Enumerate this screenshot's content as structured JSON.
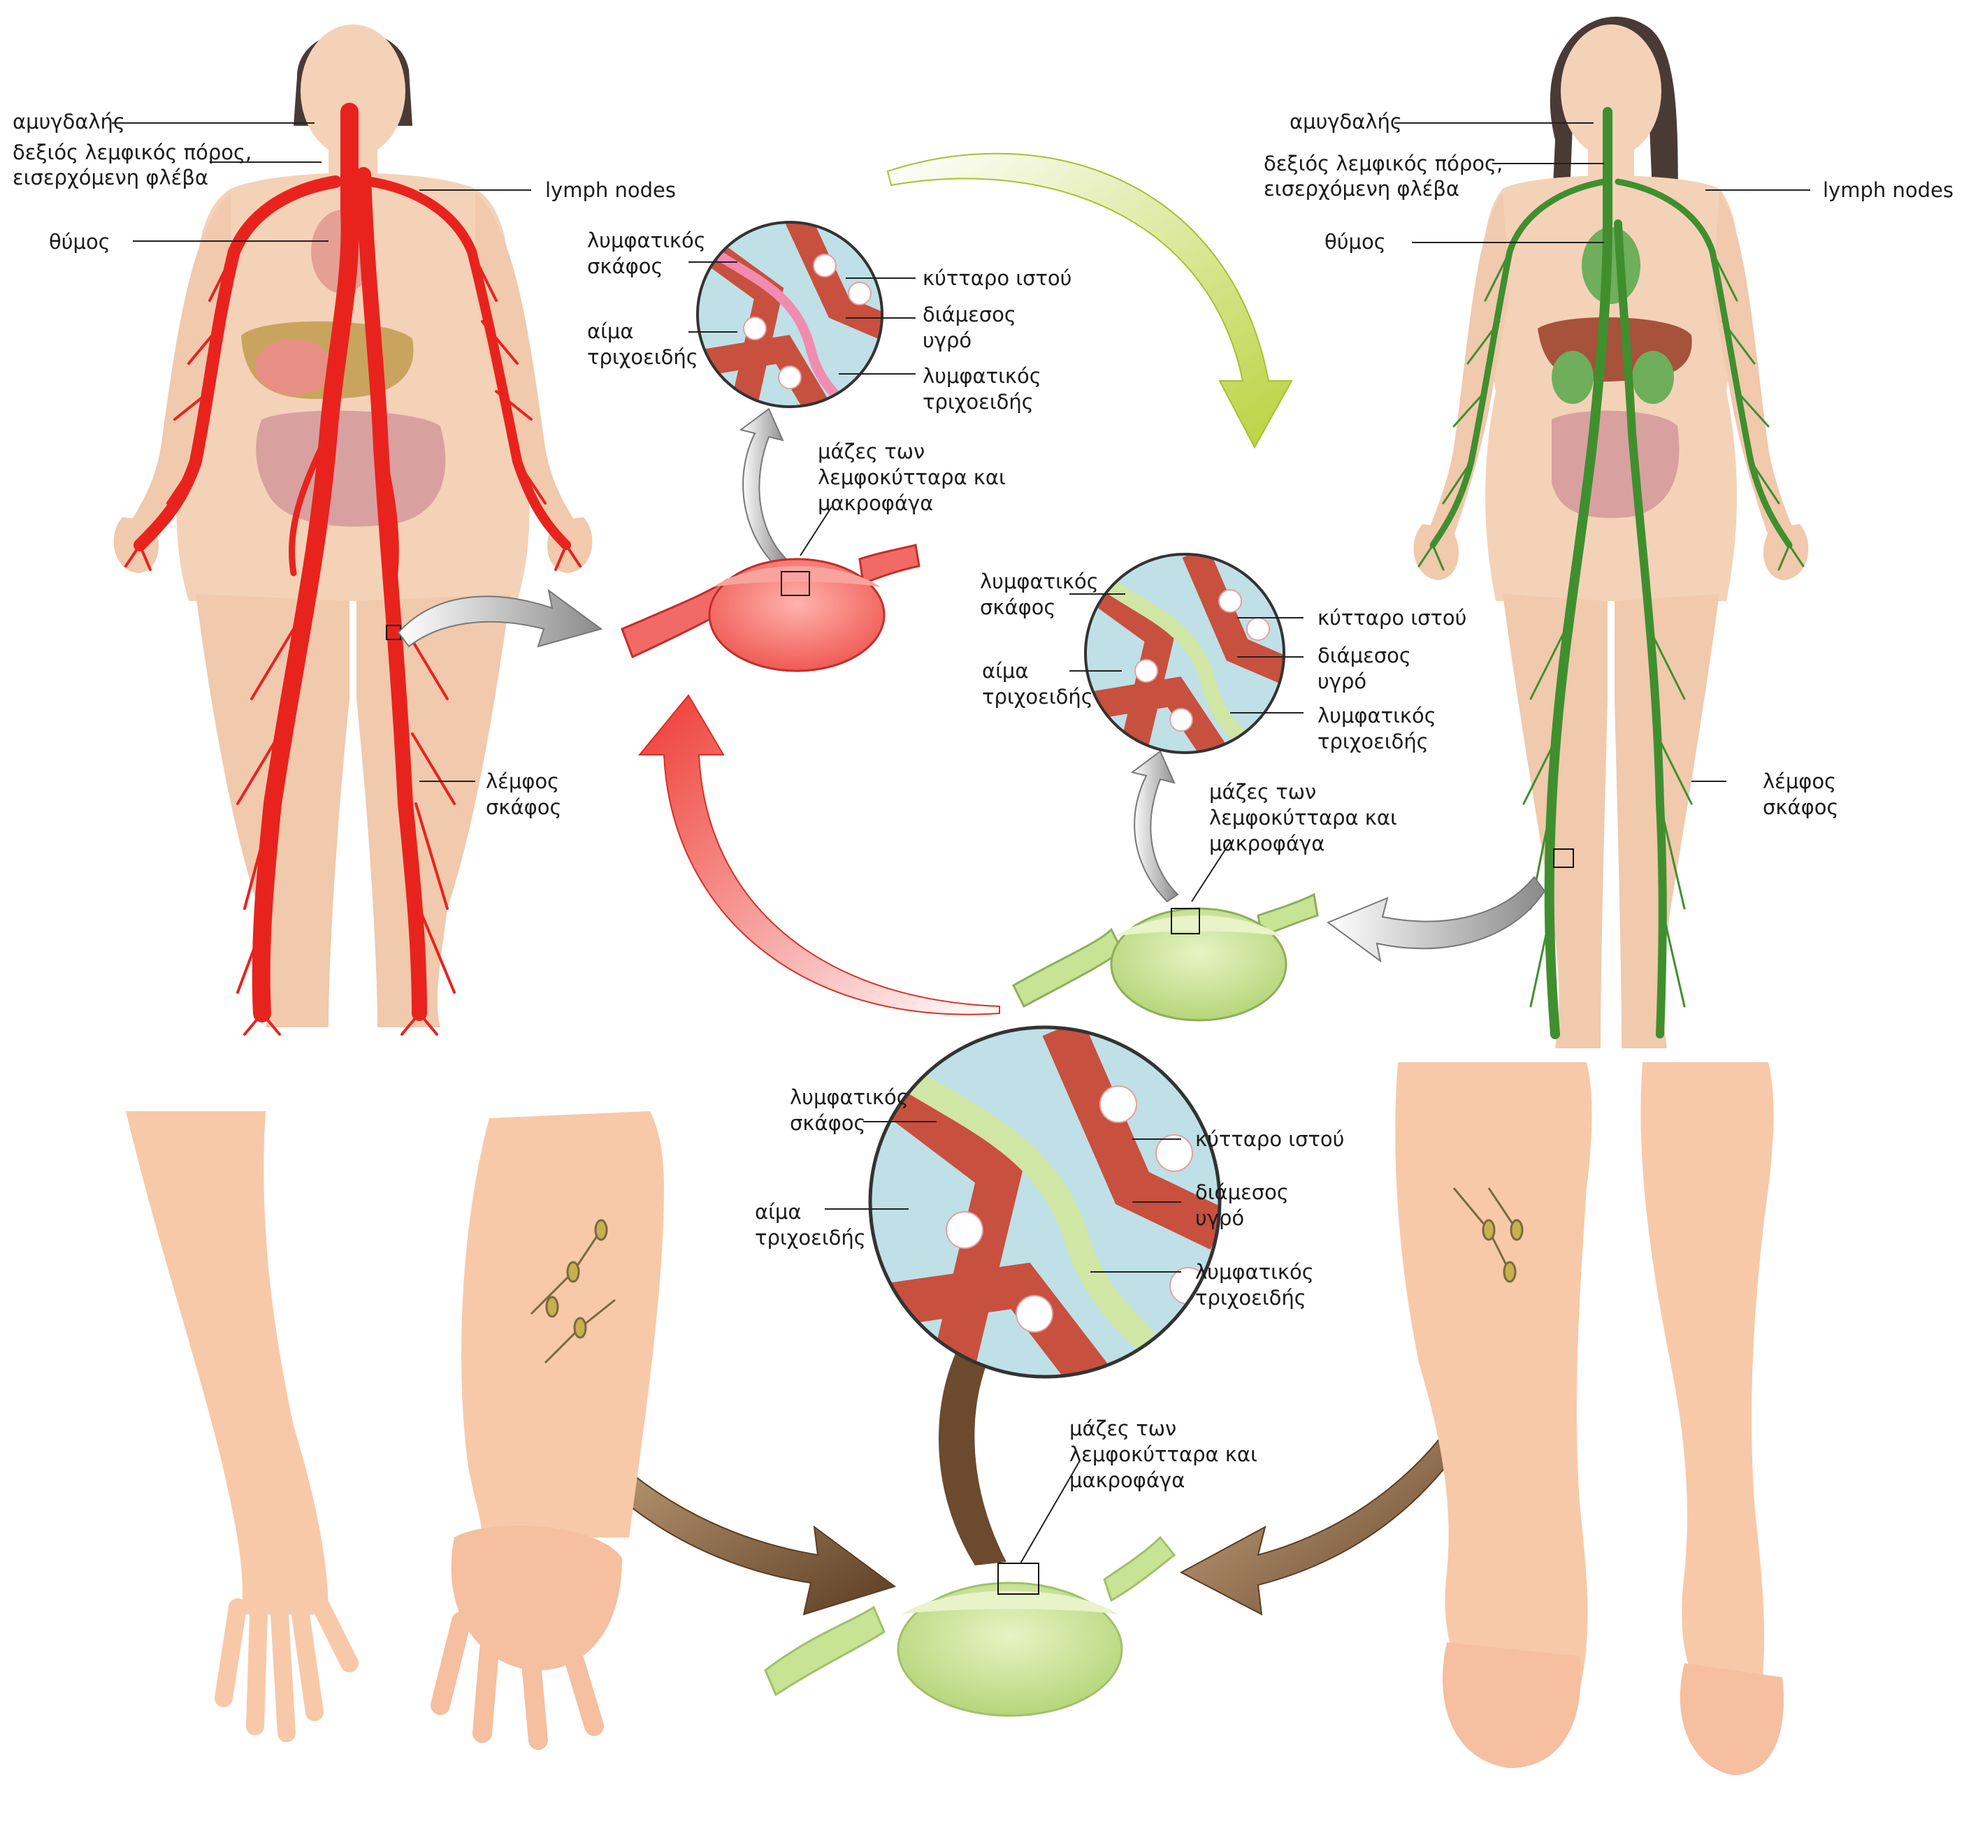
{
  "colors": {
    "skin": "#f4d2b8",
    "skin_dark": "#e9b99a",
    "hair": "#4a3a35",
    "red_vessel": "#e8231e",
    "green_vessel": "#3f8f2f",
    "green_arrow": "#c6dc4a",
    "red_arrow": "#f04a44",
    "brown_arrow": "#6b4a2e",
    "gray_arrow": "#9a9a9a",
    "lymph_green": "#c7e394",
    "node_red": "#f26a66",
    "capillary": "#c8503e",
    "fluid": "#bfe0e6",
    "leg_skin": "#f7c9a9"
  },
  "icons": [
    "body-silhouette-red",
    "body-silhouette-green",
    "lymph-node-red",
    "lymph-node-green",
    "lymph-node-bottom",
    "tissue-magnify-circle",
    "arm-healthy",
    "arm-swollen",
    "leg-swollen",
    "leg-healthy"
  ],
  "figure_left": {
    "tonsil": "αμυγδαλής",
    "duct": [
      "δεξιός λεμφικός πόρος,",
      "εισερχόμενη φλέβα"
    ],
    "nodes": "lymph nodes",
    "thymus": "θύμος",
    "vessel": [
      "λέμφος",
      "σκάφος"
    ]
  },
  "figure_right": {
    "tonsil": "αμυγδαλής",
    "duct": [
      "δεξιός λεμφικός πόρος,",
      "εισερχόμενη φλέβα"
    ],
    "nodes": "lymph nodes",
    "thymus": "θύμος",
    "vessel": [
      "λέμφος",
      "σκάφος"
    ]
  },
  "magnifier_top": {
    "lymph_vessel": [
      "λυμφατικός",
      "σκάφος"
    ],
    "blood_cap": [
      "αίμα",
      "τριχοειδής"
    ],
    "tissue_cell": "κύτταρο ιστού",
    "interstitial": [
      "διάμεσος",
      "υγρό"
    ],
    "lymph_cap": [
      "λυμφατικός",
      "τριχοειδής"
    ],
    "masses": [
      "μάζες των",
      "λεμφοκύτταρα και",
      "μακροφάγα"
    ]
  },
  "magnifier_mid": {
    "lymph_vessel": [
      "λυμφατικός",
      "σκάφος"
    ],
    "blood_cap": [
      "αίμα",
      "τριχοειδής"
    ],
    "tissue_cell": "κύτταρο ιστού",
    "interstitial": [
      "διάμεσος",
      "υγρό"
    ],
    "lymph_cap": [
      "λυμφατικός",
      "τριχοειδής"
    ],
    "masses": [
      "μάζες των",
      "λεμφοκύτταρα και",
      "μακροφάγα"
    ]
  },
  "magnifier_bottom": {
    "lymph_vessel": [
      "λυμφατικός",
      "σκάφος"
    ],
    "blood_cap": [
      "αίμα",
      "τριχοειδής"
    ],
    "tissue_cell": "κύτταρο ιστού",
    "interstitial": [
      "διάμεσος",
      "υγρό"
    ],
    "lymph_cap": [
      "λυμφατικός",
      "τριχοειδής"
    ],
    "masses": [
      "μάζες των",
      "λεμφοκύτταρα και",
      "μακροφάγα"
    ]
  }
}
